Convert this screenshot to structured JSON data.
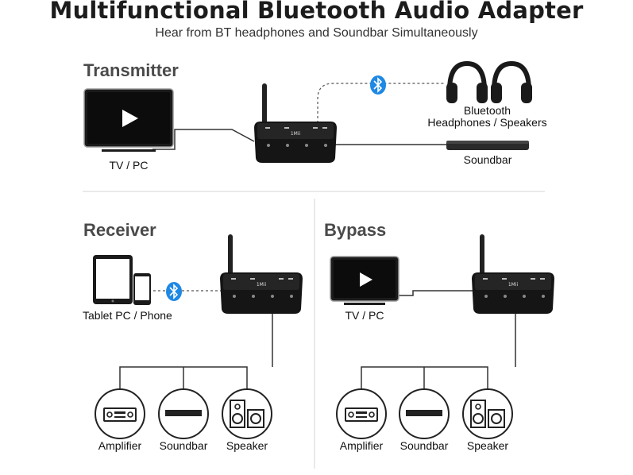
{
  "header": {
    "title": "Multifunctional Bluetooth Audio Adapter",
    "subtitle": "Hear from BT headphones and Soundbar Simultaneously"
  },
  "device": {
    "logo": "1Mii"
  },
  "transmitter": {
    "heading": "Transmitter",
    "source_label": "TV / PC",
    "headphones_label_line1": "Bluetooth",
    "headphones_label_line2": "Headphones / Speakers",
    "soundbar_label": "Soundbar"
  },
  "receiver": {
    "heading": "Receiver",
    "source_label": "Tablet PC / Phone",
    "outputs": [
      "Amplifier",
      "Soundbar",
      "Speaker"
    ]
  },
  "bypass": {
    "heading": "Bypass",
    "source_label": "TV / PC",
    "outputs": [
      "Amplifier",
      "Soundbar",
      "Speaker"
    ]
  },
  "icons": {
    "bluetooth": "bluetooth-icon",
    "play": "play-icon",
    "amplifier": "amplifier-icon",
    "soundbar": "soundbar-icon",
    "speaker": "speaker-icon",
    "headphones": "headphones-icon",
    "tablet": "tablet-icon",
    "phone": "phone-icon"
  },
  "colors": {
    "bluetooth": "#1e88e5",
    "device": "#1a1a1a",
    "line": "#333333"
  }
}
